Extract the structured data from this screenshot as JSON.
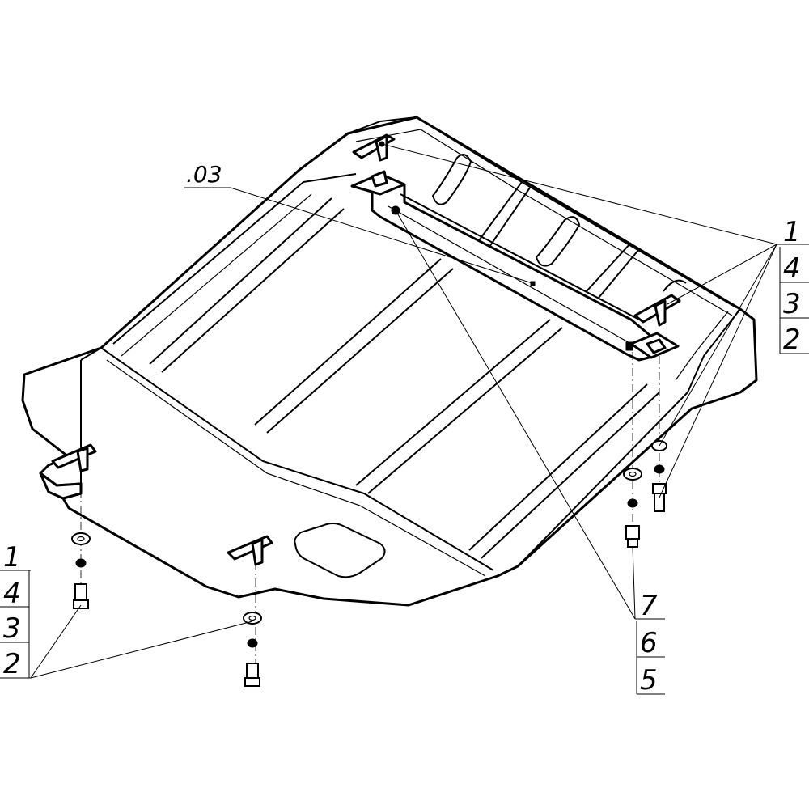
{
  "part_label": ".03",
  "callouts": {
    "right_stack": [
      "1",
      "4",
      "3",
      "2"
    ],
    "left_stack": [
      "1",
      "4",
      "3",
      "2"
    ],
    "bottom_right_stack": [
      "7",
      "6",
      "5"
    ]
  }
}
